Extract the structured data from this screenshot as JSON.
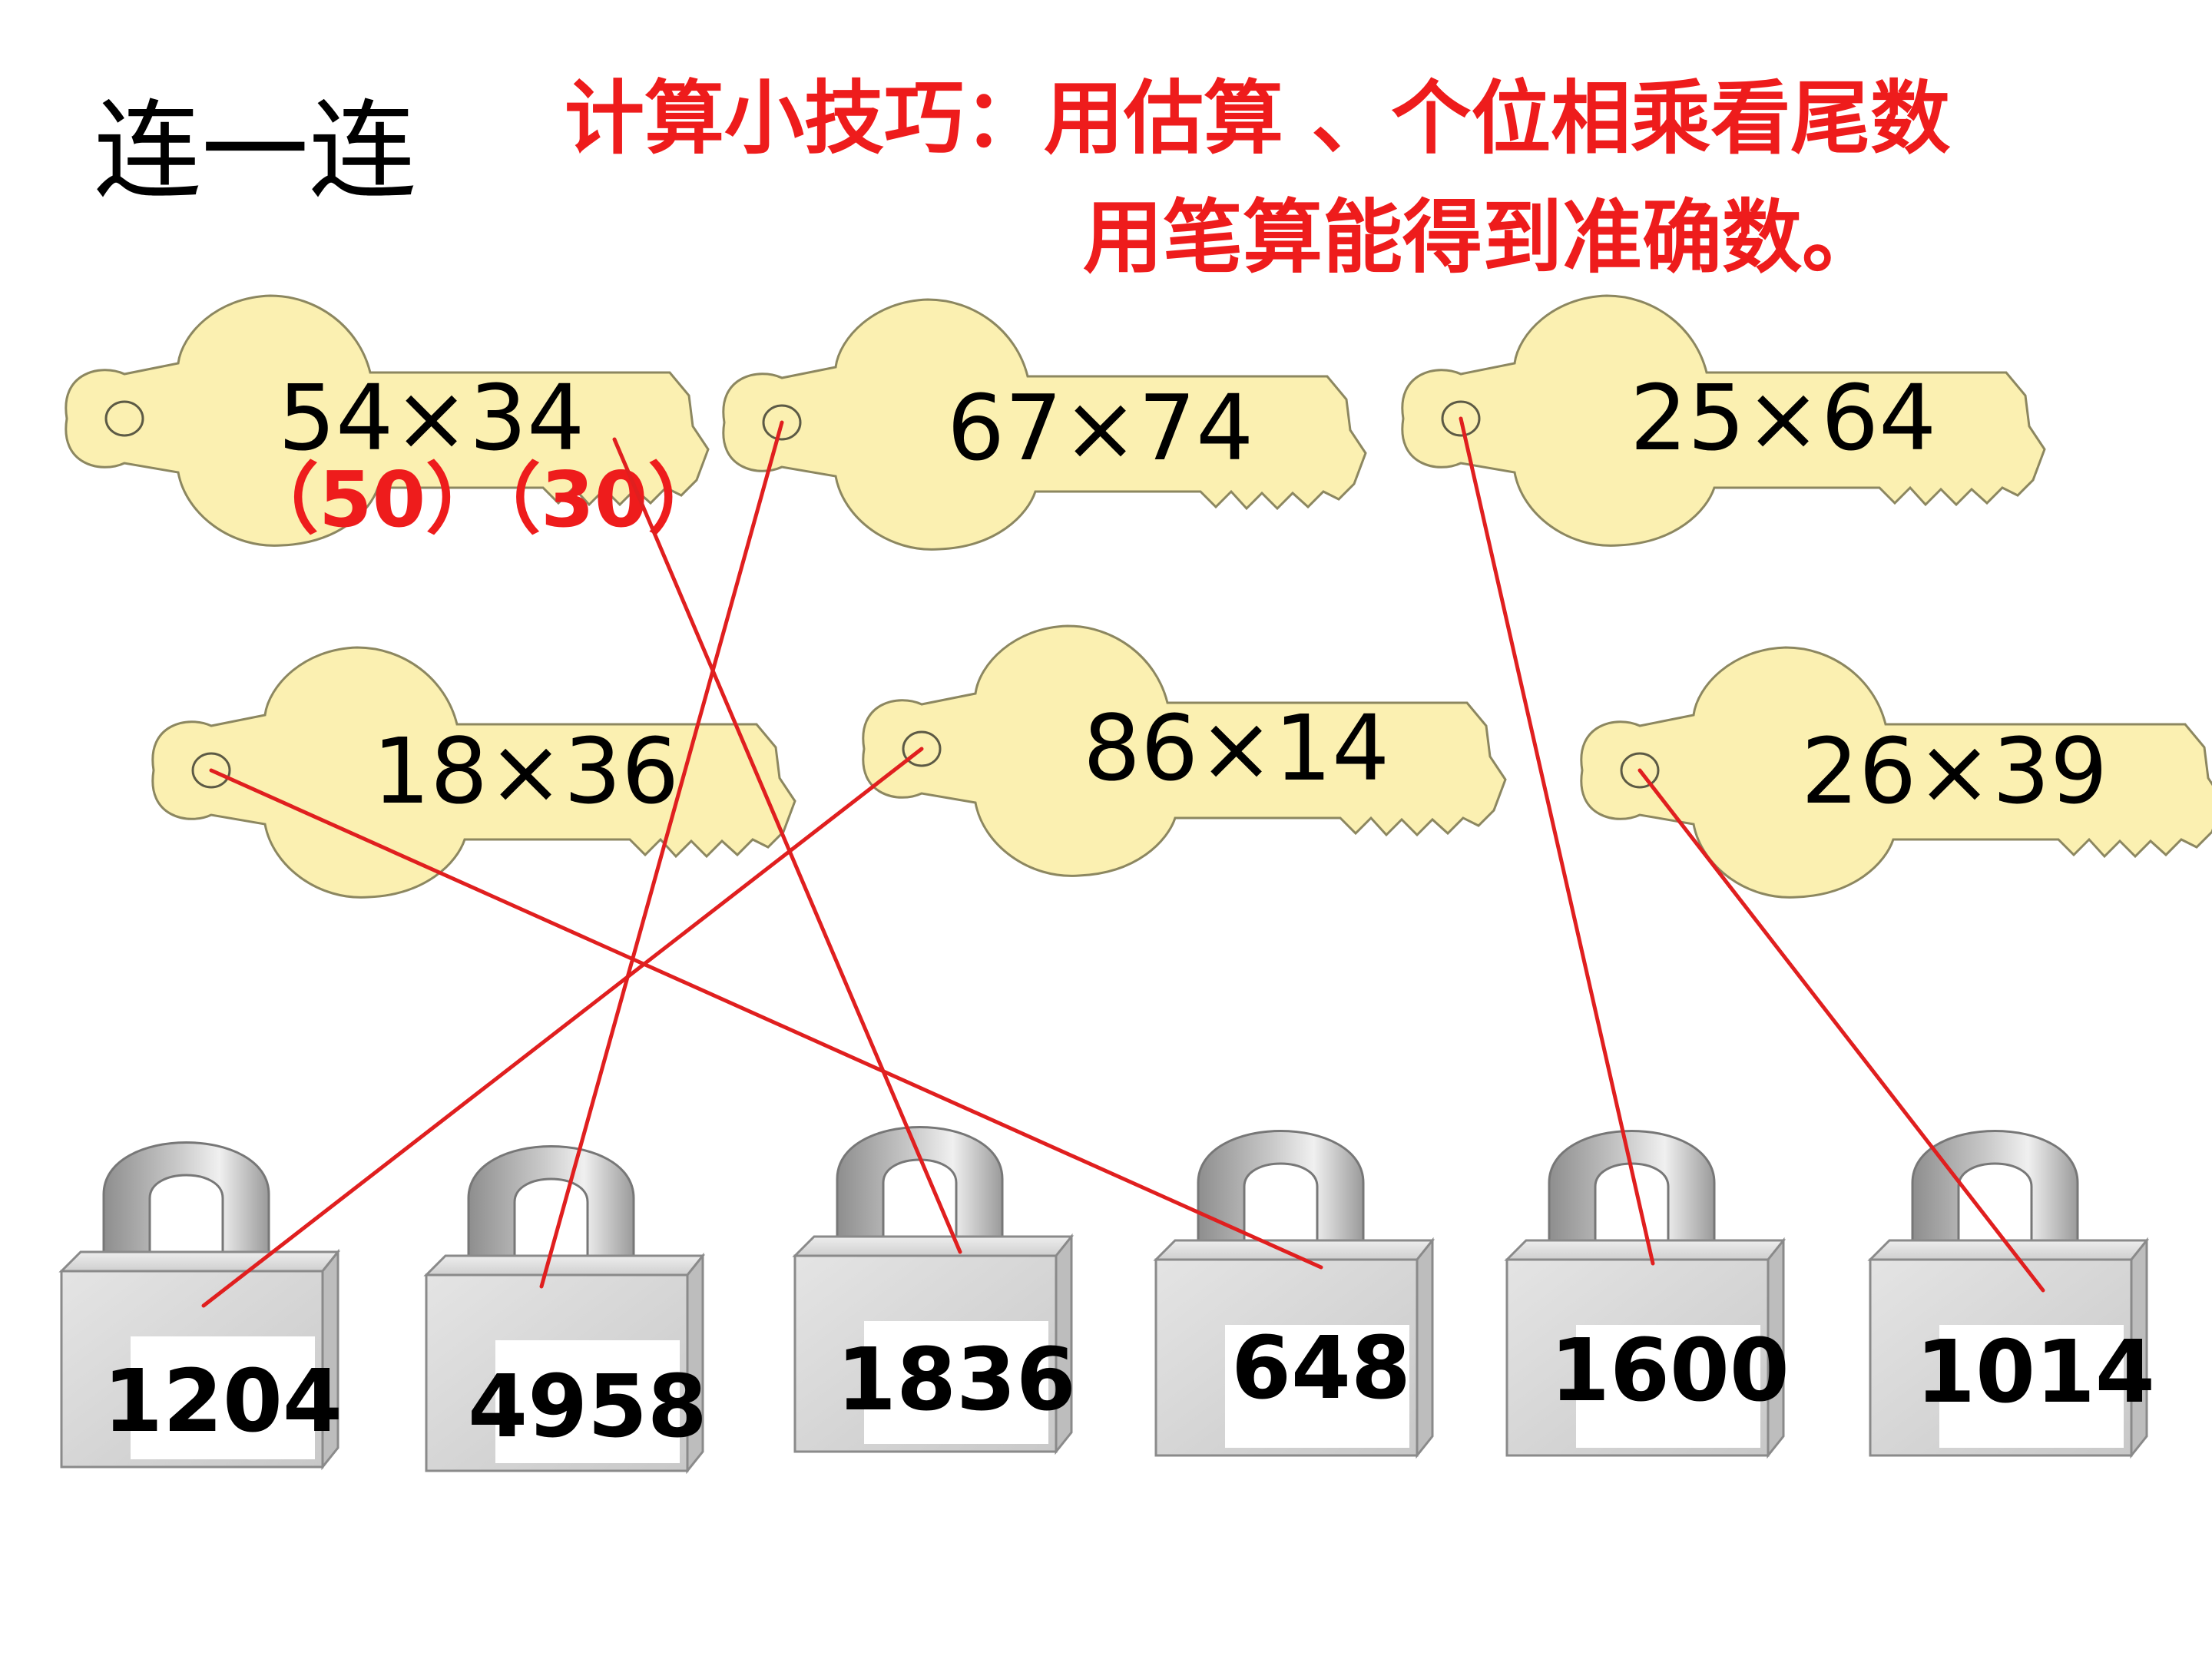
{
  "title": "连一连",
  "tip": {
    "line1": "计算小技巧：用估算 、个位相乘看尾数",
    "line2": "用笔算能得到准确数。"
  },
  "estimate_hint": "（50）（30）",
  "keys": [
    {
      "expr": "54×34"
    },
    {
      "expr": "67×74"
    },
    {
      "expr": "25×64"
    },
    {
      "expr": "18×36"
    },
    {
      "expr": "86×14"
    },
    {
      "expr": "26×39"
    }
  ],
  "locks": [
    {
      "number": "1204"
    },
    {
      "number": "4958"
    },
    {
      "number": "1836"
    },
    {
      "number": "648"
    },
    {
      "number": "1600"
    },
    {
      "number": "1014"
    }
  ],
  "connections": [
    {
      "key": "54×34",
      "lock": "1836"
    },
    {
      "key": "67×74",
      "lock": "4958"
    },
    {
      "key": "25×64",
      "lock": "1600"
    },
    {
      "key": "18×36",
      "lock": "648"
    },
    {
      "key": "86×14",
      "lock": "1204"
    },
    {
      "key": "26×39",
      "lock": "1014"
    }
  ],
  "colors": {
    "tip_red": "#ee1c1c",
    "line_red": "#e01f1f",
    "key_fill": "#fbf0b1",
    "lock_body": "#d6d6d6",
    "text_black": "#000000"
  }
}
